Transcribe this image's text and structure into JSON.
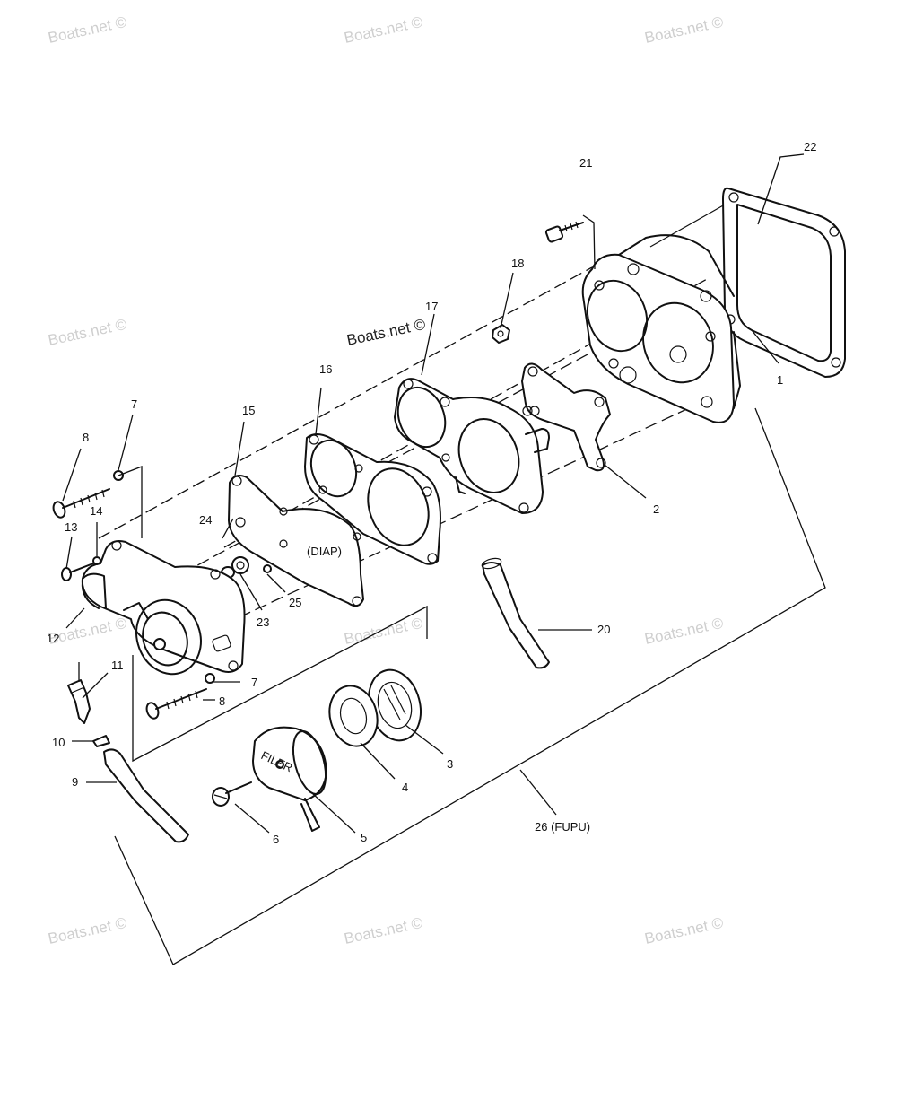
{
  "watermark": "Boats.net ©",
  "callouts": {
    "c1": "1",
    "c2": "2",
    "c3": "3",
    "c4": "4",
    "c5": "5",
    "c6": "6",
    "c7a": "7",
    "c7b": "7",
    "c8a": "8",
    "c8b": "8",
    "c9": "9",
    "c10": "10",
    "c11": "11",
    "c12": "12",
    "c13": "13",
    "c14": "14",
    "c15": "15",
    "c16": "16",
    "c17": "17",
    "c18": "18",
    "c20": "20",
    "c21": "21",
    "c22": "22",
    "c23": "23",
    "c24": "24",
    "c25": "25",
    "c26": "26 (FUPU)"
  },
  "labels": {
    "diap": "(DIAP)",
    "filter": "FILER"
  }
}
